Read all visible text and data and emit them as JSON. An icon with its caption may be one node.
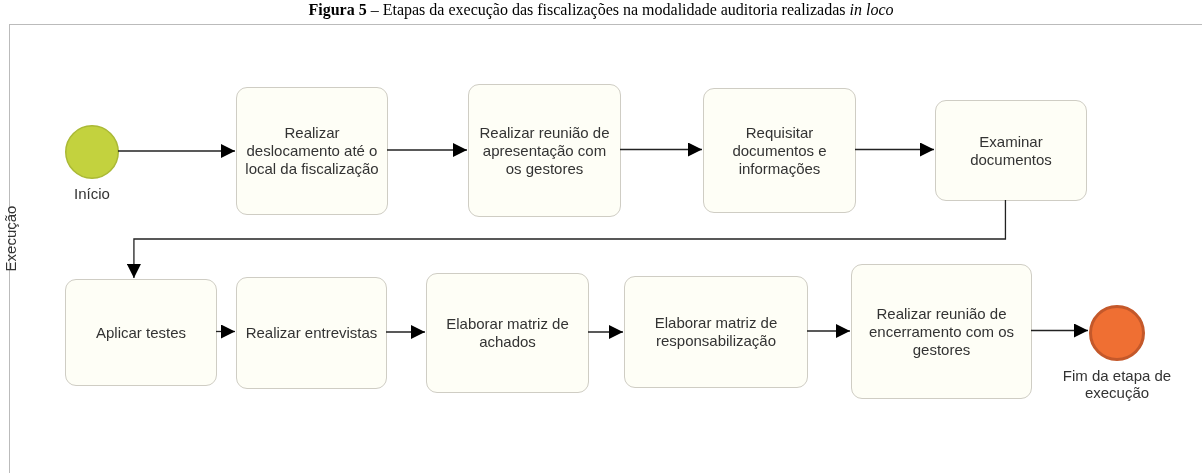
{
  "diagram": {
    "title": "**Figura 5** – Etapas da execução das fiscalizações na modalidade auditoria realizadas *in loco*",
    "nodes": [
      {
        "text": [
          "Execução"
        ]
      },
      {
        "text": [
          "Início"
        ],
        "in": 0
      },
      {
        "text": [
          "Realizar deslocamento até o local da fiscalização"
        ],
        "in": 0
      },
      {
        "text": [
          "Realizar reunião de apresentação com os gestores"
        ],
        "in": 0
      },
      {
        "text": [
          "Requisitar documentos e informações"
        ],
        "in": 0
      },
      {
        "text": [
          "Examinar documentos"
        ],
        "in": 0
      },
      {
        "text": [
          "Aplicar testes"
        ],
        "in": 0
      },
      {
        "text": [
          "Realizar entrevistas"
        ],
        "in": 0
      },
      {
        "text": [
          "Elaborar matriz de achados"
        ],
        "in": 0
      },
      {
        "text": [
          "Elaborar matriz de responsabilização"
        ],
        "in": 0
      },
      {
        "text": [
          "Realizar reunião de encerramento com os gestores"
        ],
        "in": 0
      },
      {
        "text": [
          "Fim da etapa de execução"
        ],
        "in": 0
      }
    ],
    "edges": [
      {
        "from": 1,
        "to": 2,
        "arrow": "to"
      },
      {
        "from": 2,
        "to": 3,
        "arrow": "to"
      },
      {
        "from": 3,
        "to": 4,
        "arrow": "to"
      },
      {
        "from": 4,
        "to": 5,
        "arrow": "to"
      },
      {
        "from": 5,
        "to": 6,
        "arrow": "to"
      },
      {
        "from": 6,
        "to": 7,
        "arrow": "to"
      },
      {
        "from": 7,
        "to": 8,
        "arrow": "to"
      },
      {
        "from": 8,
        "to": 9,
        "arrow": "to"
      },
      {
        "from": 9,
        "to": 10,
        "arrow": "to"
      },
      {
        "from": 10,
        "to": 11,
        "arrow": "to"
      }
    ]
  }
}
